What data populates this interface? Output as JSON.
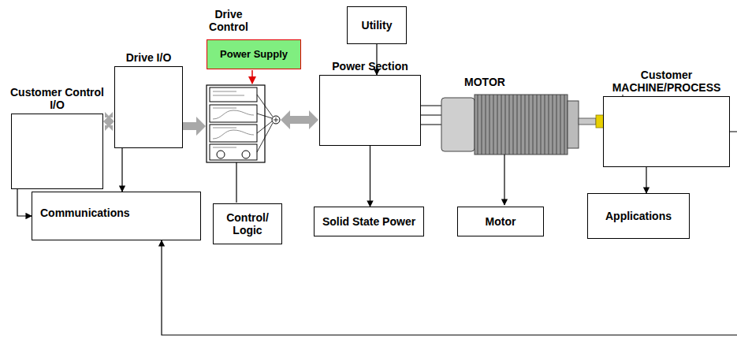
{
  "diagram": {
    "nodes": [
      {
        "text": [
          "Customer Control I/O"
        ]
      },
      {
        "text": [
          "Drive I/O"
        ]
      },
      {
        "text": [
          "Power Supply"
        ]
      },
      {
        "text": [
          "Utility"
        ]
      },
      {
        "text": [
          "Power Section"
        ]
      },
      {
        "text": [
          "Customer MACHINE/PROCESS"
        ]
      },
      {
        "text": [
          "Communications"
        ]
      },
      {
        "text": [
          "Control/ Logic"
        ]
      },
      {
        "text": [
          "Solid State Power"
        ]
      },
      {
        "text": [
          "Motor"
        ]
      },
      {
        "text": [
          "Applications"
        ]
      }
    ],
    "edges": [
      {
        "from": 0,
        "to": 1,
        "arrow": "both"
      },
      {
        "from": 3,
        "to": 4,
        "arrow": "to"
      },
      {
        "from": 0,
        "to": 6,
        "arrow": "to"
      },
      {
        "from": 1,
        "to": 6,
        "arrow": "to"
      },
      {
        "from": 4,
        "to": 8,
        "arrow": "to"
      },
      {
        "from": 5,
        "to": 10,
        "arrow": "to"
      },
      {
        "from": 5,
        "to": 6,
        "arrow": "to"
      }
    ],
    "labels": [
      "Drive Control",
      "MOTOR"
    ]
  }
}
